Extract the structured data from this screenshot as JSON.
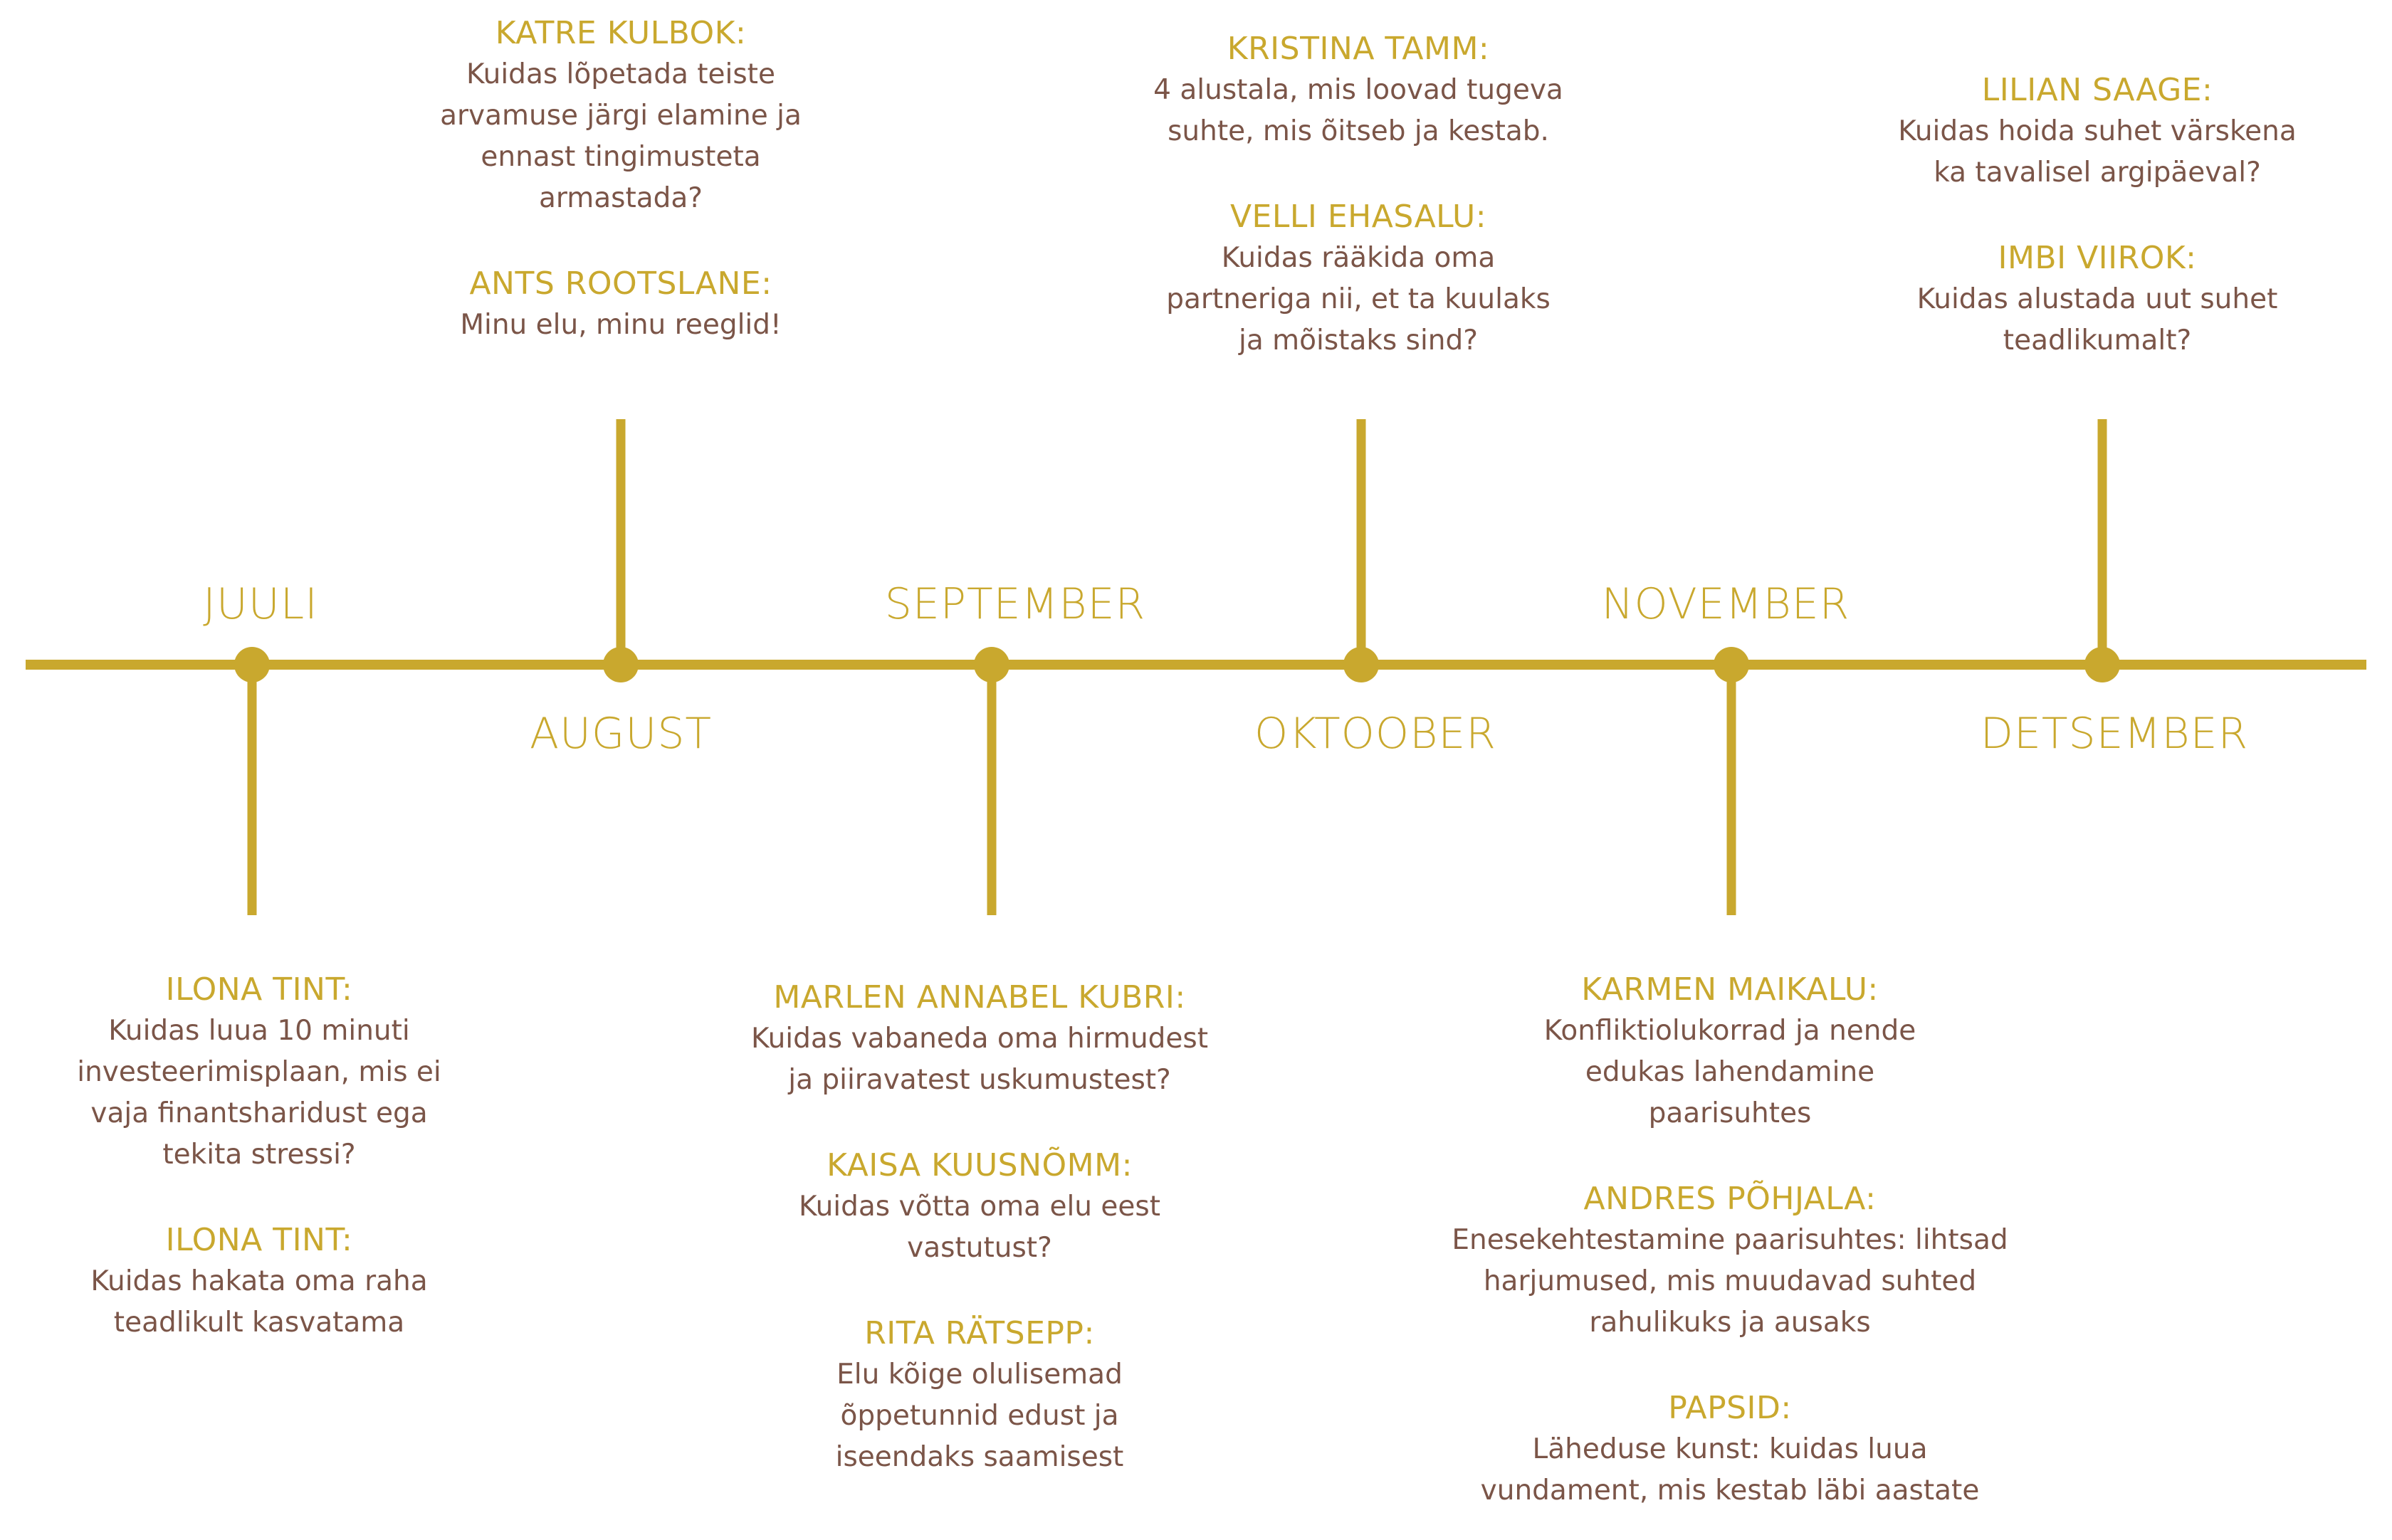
{
  "colors": {
    "accent": "#C9A82E",
    "text": "#7B5548"
  },
  "months": [
    {
      "label": "JUULI",
      "entries": [
        {
          "name": "ILONA TINT:",
          "text": "Kuidas luua 10 minuti\ninvesteerimisplaan, mis ei\nvaja finantsharidust ega\ntekita stressi?"
        },
        {
          "name": "ILONA TINT:",
          "text": "Kuidas hakata oma raha\nteadlikult kasvatama"
        }
      ]
    },
    {
      "label": "AUGUST",
      "entries": [
        {
          "name": "KATRE KULBOK:",
          "text": "Kuidas lõpetada teiste\narvamuse järgi elamine ja\nennast tingimusteta\narmastada?"
        },
        {
          "name": "ANTS ROOTSLANE:",
          "text": "Minu elu, minu reeglid!"
        }
      ]
    },
    {
      "label": "SEPTEMBER",
      "entries": [
        {
          "name": "MARLEN ANNABEL KUBRI:",
          "text": "Kuidas vabaneda oma hirmudest\nja piiravatest uskumustest?"
        },
        {
          "name": "KAISA KUUSNÕMM:",
          "text": "Kuidas võtta oma elu eest\nvastutust?"
        },
        {
          "name": "RITA RÄTSEPP:",
          "text": "Elu kõige olulisemad\nõppetunnid edust ja\niseendaks saamisest"
        }
      ]
    },
    {
      "label": "OKTOOBER",
      "entries": [
        {
          "name": "KRISTINA TAMM:",
          "text": "4 alustala, mis loovad tugeva\nsuhte, mis õitseb ja kestab."
        },
        {
          "name": "VELLI EHASALU:",
          "text": "Kuidas rääkida oma\npartneriga nii, et ta kuulaks\nja mõistaks sind?"
        }
      ]
    },
    {
      "label": "NOVEMBER",
      "entries": [
        {
          "name": "KARMEN MAIKALU:",
          "text": "Konfliktiolukorrad ja nende\nedukas lahendamine\npaarisuhtes"
        },
        {
          "name": "ANDRES PÕHJALA:",
          "text": "Enesekehtestamine paarisuhtes: lihtsad\nharjumused, mis muudavad suhted\nrahulikuks ja ausaks"
        },
        {
          "name": "PAPSID:",
          "text": "Läheduse kunst: kuidas luua\nvundament, mis kestab läbi aastate"
        }
      ]
    },
    {
      "label": "DETSEMBER",
      "entries": [
        {
          "name": "LILIAN SAAGE:",
          "text": "Kuidas hoida suhet värskena\nka tavalisel argipäeval?"
        },
        {
          "name": "IMBI VIIROK:",
          "text": "Kuidas alustada uut suhet\nteadlikumalt?"
        }
      ]
    }
  ]
}
